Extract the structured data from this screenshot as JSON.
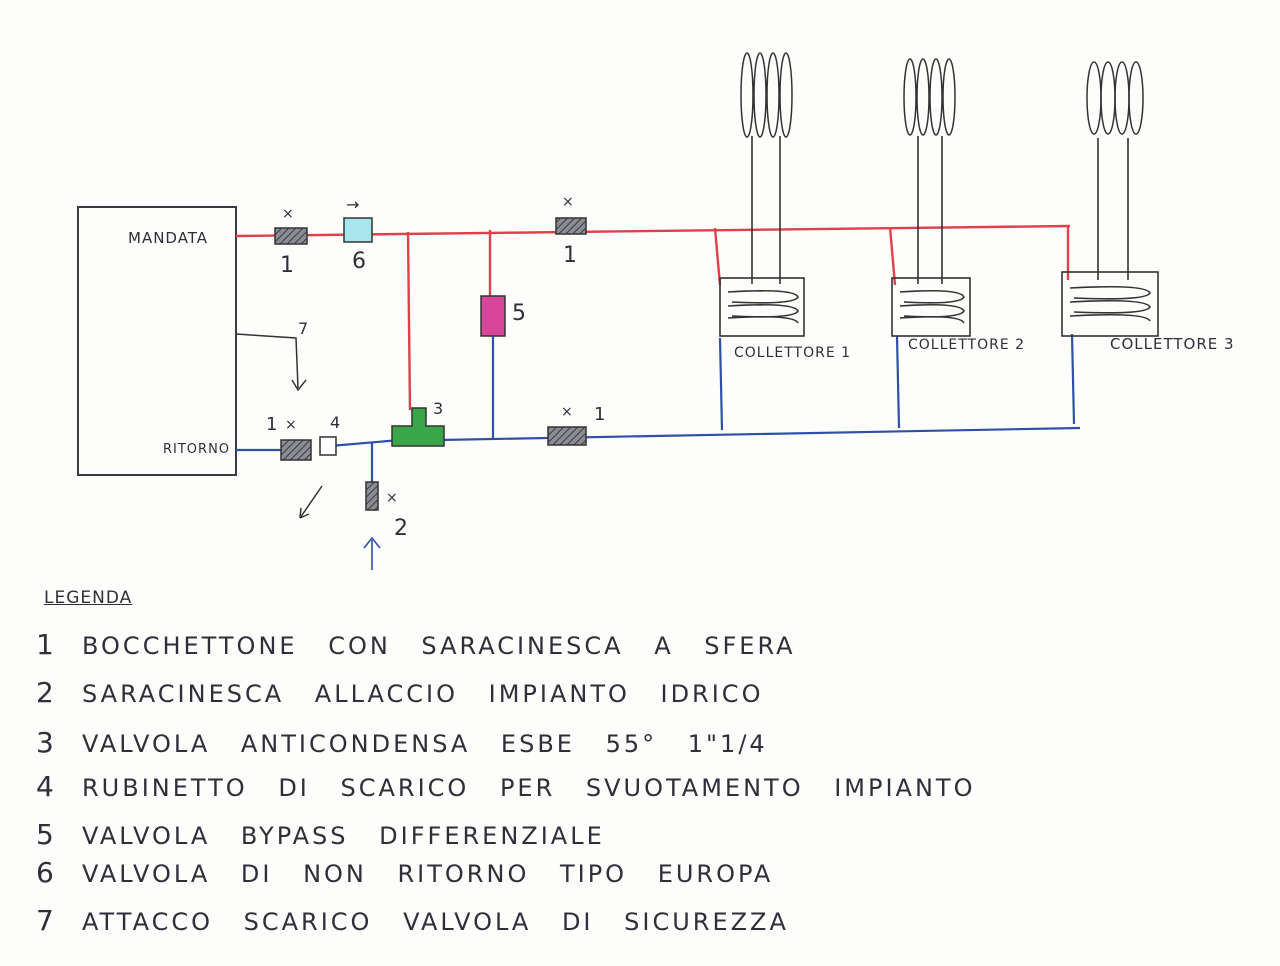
{
  "labels": {
    "mandata": "MANDATA",
    "ritorno": "RITORNO"
  },
  "component_numbers": {
    "valve_1_supply": "1",
    "valve_6": "6",
    "valve_1_mid": "1",
    "bypass_5": "5",
    "anticondensa_3": "3",
    "valve_1_return_left": "1",
    "tap_4": "4",
    "valve_1_return_right": "1",
    "valve_2": "2",
    "outlet_7": "7"
  },
  "collectors": [
    "COLLETTORE 1",
    "COLLETTORE 2",
    "COLLETTORE 3"
  ],
  "legend": {
    "title": "LEGENDA",
    "items": [
      {
        "num": "1",
        "text": "BOCCHETTONE CON SARACINESCA A SFERA"
      },
      {
        "num": "2",
        "text": "SARACINESCA ALLACCIO IMPIANTO IDRICO"
      },
      {
        "num": "3",
        "text": "VALVOLA ANTICONDENSA ESBE 55° 1\"1/4"
      },
      {
        "num": "4",
        "text": "RUBINETTO DI SCARICO PER SVUOTAMENTO IMPIANTO"
      },
      {
        "num": "5",
        "text": "VALVOLA BYPASS DIFFERENZIALE"
      },
      {
        "num": "6",
        "text": "VALVOLA DI NON RITORNO TIPO EUROPA"
      },
      {
        "num": "7",
        "text": "ATTACCO SCARICO VALVOLA DI SICUREZZA"
      }
    ]
  },
  "colors": {
    "supply_line": "#e0404a",
    "return_line": "#2f4fa8",
    "valve_hatch": "#555560",
    "check_valve": "#a8e6ee",
    "bypass_valve": "#d8469a",
    "anticondensa_valve": "#3aa64a",
    "ink": "#2f2f3a"
  }
}
